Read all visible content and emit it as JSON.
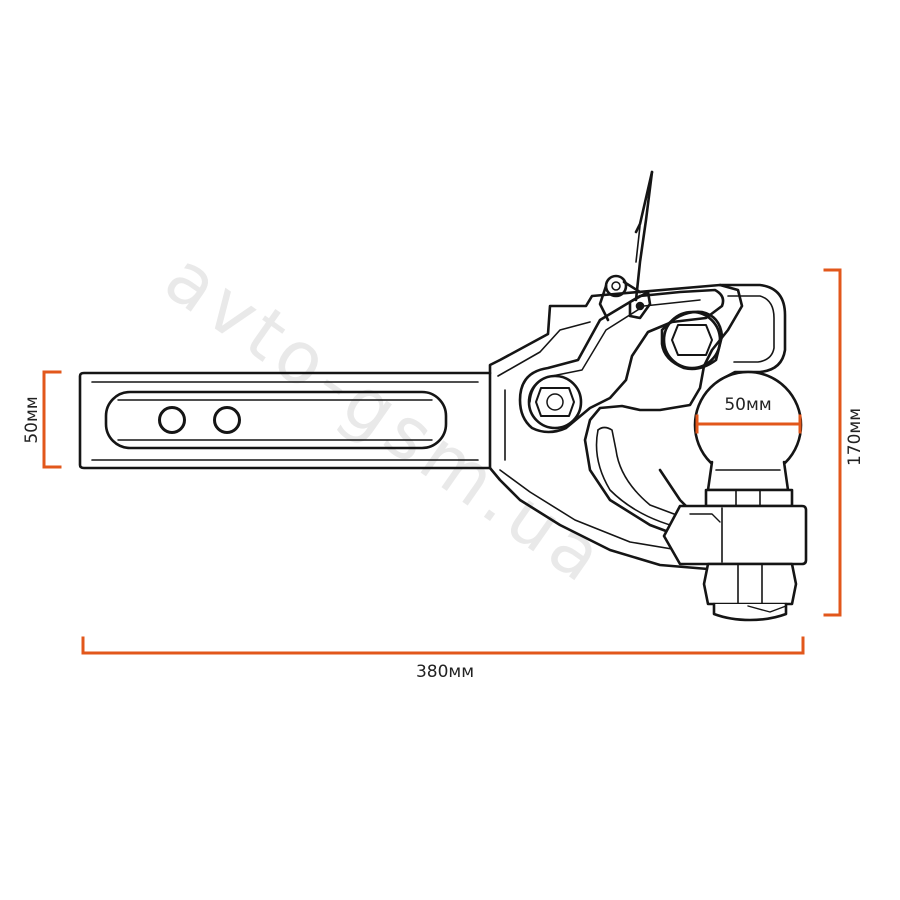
{
  "colors": {
    "dimension_line": "#e2571b",
    "outline": "#151515",
    "ball_fill": "#ffffff"
  },
  "watermark": "avto-gsm.ua",
  "dimensions": {
    "shank_height": "50мм",
    "ball_diameter": "50мм",
    "total_height": "170мм",
    "total_length": "380мм"
  }
}
